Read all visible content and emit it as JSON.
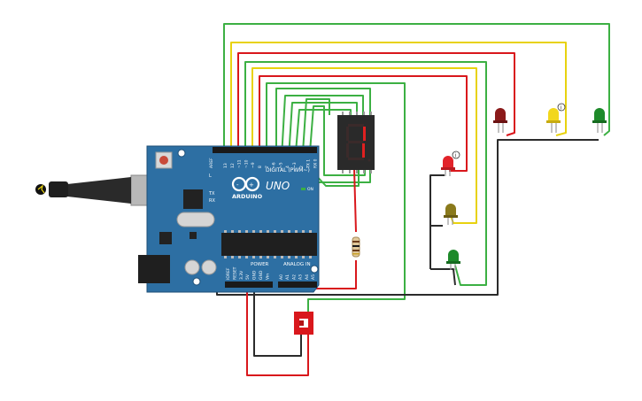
{
  "board": {
    "name": "ARDUINO",
    "model": "UNO",
    "header_digital": "DIGITAL (PWM~)",
    "header_power": "POWER",
    "header_analog": "ANALOG IN",
    "on_label": "ON",
    "tx_label": "TX",
    "rx_label": "RX",
    "l_label": "L",
    "aref_label": "AREF",
    "digital_pins": [
      "13",
      "12",
      "~11",
      "~10",
      "~9",
      "8",
      "7",
      "~6",
      "~5",
      "4",
      "~3",
      "2",
      "TX 1",
      "RX 0"
    ],
    "power_pins": [
      "IOREF",
      "RESET",
      "3.3V",
      "5V",
      "GND",
      "GND",
      "Vin"
    ],
    "analog_pins": [
      "A0",
      "A1",
      "A2",
      "A3",
      "A4",
      "A5"
    ]
  },
  "display": {
    "digit": "1"
  },
  "colors": {
    "board": "#2d6fa3",
    "wire_green": "#3cb043",
    "wire_yellow": "#e8d20f",
    "wire_red": "#d9171c",
    "wire_black": "#2b2b2b",
    "led_red_dark": "#8b1a1a",
    "led_yellow": "#f2d71c",
    "led_green": "#1e8a2a",
    "led_red": "#e2232a",
    "led_olive": "#8a7a1c",
    "seven_seg": "#2a2a2a",
    "segment_on": "#e02020",
    "switch": "#d9171c"
  },
  "icons": {
    "usb_cable": "usb-plug-icon",
    "info_badges": "info-icon",
    "arduino_logo": "infinity-logo-icon"
  }
}
